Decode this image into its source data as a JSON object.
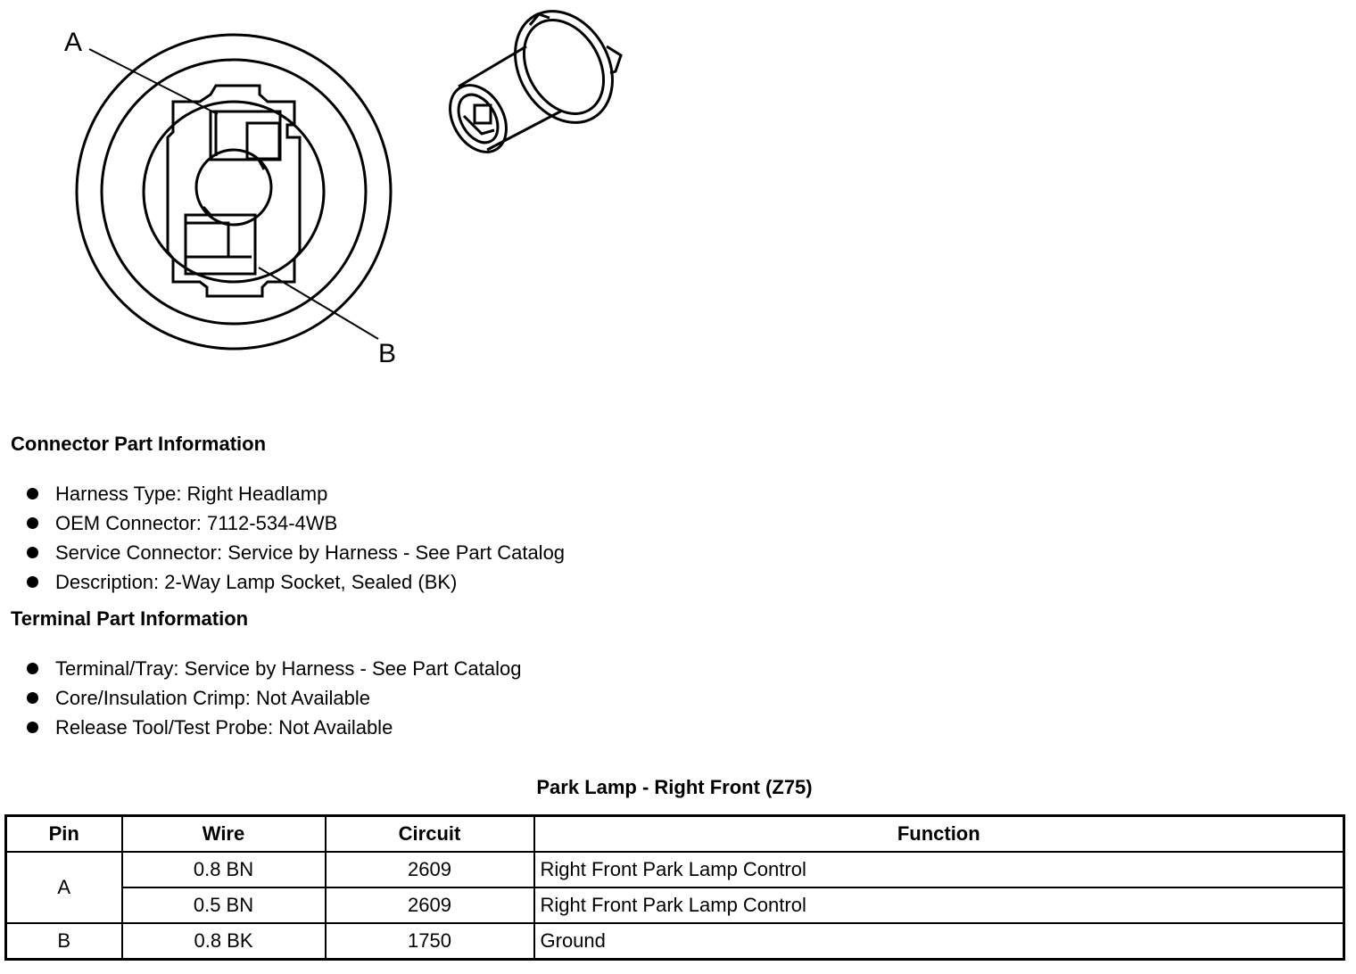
{
  "diagram": {
    "callout_a": "A",
    "callout_b": "B"
  },
  "connector_section": {
    "heading": "Connector Part Information",
    "items": [
      "Harness Type: Right Headlamp",
      "OEM Connector: 7112-534-4WB",
      "Service Connector: Service by Harness - See Part Catalog",
      "Description: 2-Way Lamp Socket, Sealed (BK)"
    ]
  },
  "terminal_section": {
    "heading": "Terminal Part Information",
    "items": [
      "Terminal/Tray: Service by Harness - See Part Catalog",
      "Core/Insulation Crimp: Not Available",
      "Release Tool/Test Probe: Not Available"
    ]
  },
  "pin_table": {
    "title": "Park Lamp - Right Front (Z75)",
    "headers": [
      "Pin",
      "Wire",
      "Circuit",
      "Function"
    ],
    "rows": [
      {
        "pin": "A",
        "wire": "0.8 BN",
        "circuit": "2609",
        "function": "Right Front Park Lamp Control"
      },
      {
        "pin": "",
        "wire": "0.5 BN",
        "circuit": "2609",
        "function": "Right Front Park Lamp Control"
      },
      {
        "pin": "B",
        "wire": "0.8 BK",
        "circuit": "1750",
        "function": "Ground"
      }
    ]
  }
}
